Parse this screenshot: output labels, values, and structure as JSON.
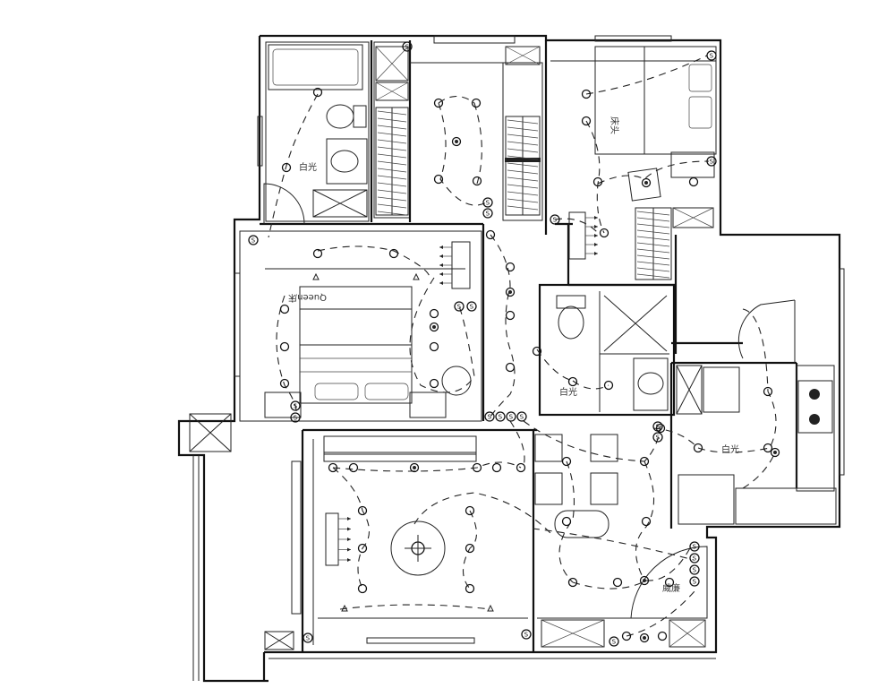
{
  "labels": {
    "bath1": "白光",
    "bath2": "白光",
    "kitchen": "白光",
    "living": "威廉",
    "bed2": "床头",
    "bed1": "Queen床"
  },
  "switch_glyph": "S"
}
